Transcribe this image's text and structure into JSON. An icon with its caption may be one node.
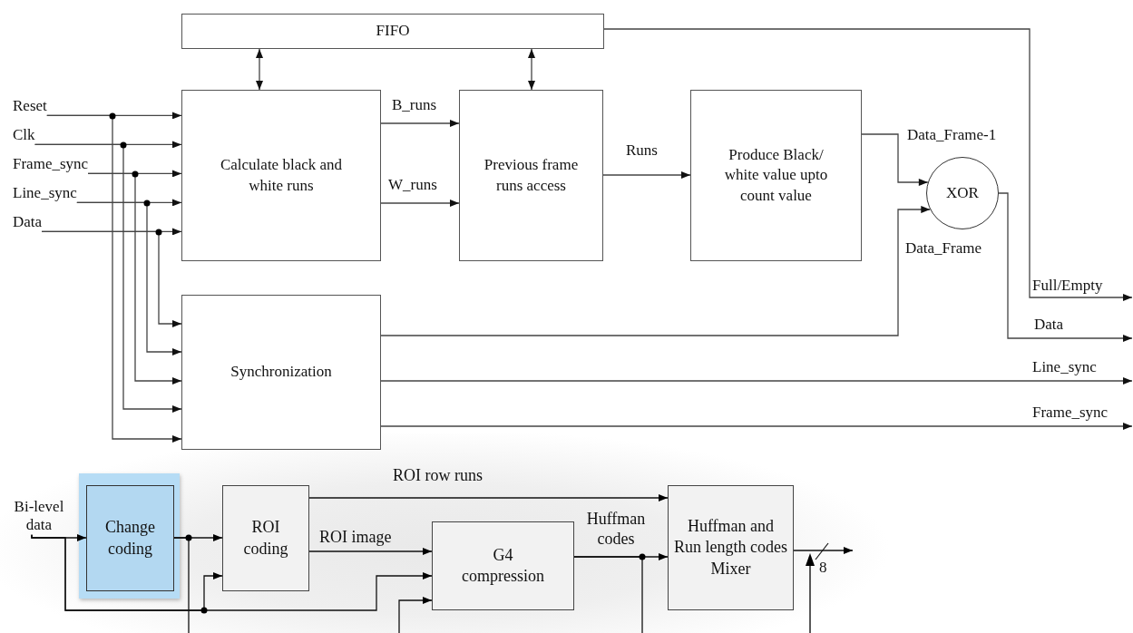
{
  "diagram": {
    "nodes": [
      {
        "text": [
          "FIFO"
        ]
      },
      {
        "text": [
          "Reset"
        ]
      },
      {
        "text": [
          "Clk"
        ]
      },
      {
        "text": [
          "Frame_sync"
        ]
      },
      {
        "text": [
          "Line_sync"
        ]
      },
      {
        "text": [
          "Data"
        ]
      },
      {
        "text": [
          "Calculate black and white runs"
        ]
      },
      {
        "text": [
          "Previous frame runs access"
        ]
      },
      {
        "text": [
          "Produce Black/ white value upto count value"
        ]
      },
      {
        "text": [
          "XOR"
        ]
      },
      {
        "text": [
          "Synchronization"
        ]
      },
      {
        "text": [
          "Bi-level data"
        ]
      },
      {
        "text": [
          "Change coding"
        ]
      },
      {
        "text": [
          "ROI coding"
        ]
      },
      {
        "text": [
          "G4 compression"
        ]
      },
      {
        "text": [
          "Huffman and Run length codes Mixer"
        ]
      }
    ],
    "edges": [
      {
        "from": 0,
        "to": 6,
        "arrow": "both"
      },
      {
        "from": 0,
        "to": 7,
        "arrow": "both"
      },
      {
        "from": 1,
        "to": 6,
        "arrow": "to"
      },
      {
        "from": 2,
        "to": 6,
        "arrow": "to"
      },
      {
        "from": 3,
        "to": 6,
        "arrow": "to"
      },
      {
        "from": 4,
        "to": 6,
        "arrow": "to"
      },
      {
        "from": 5,
        "to": 6,
        "arrow": "to"
      },
      {
        "from": 5,
        "to": 10,
        "arrow": "to"
      },
      {
        "from": 4,
        "to": 10,
        "arrow": "to"
      },
      {
        "from": 3,
        "to": 10,
        "arrow": "to"
      },
      {
        "from": 2,
        "to": 10,
        "arrow": "to"
      },
      {
        "from": 1,
        "to": 10,
        "arrow": "to"
      },
      {
        "from": 6,
        "to": 7,
        "arrow": "to",
        "label": "B_runs"
      },
      {
        "from": 6,
        "to": 7,
        "arrow": "to",
        "label": "W_runs"
      },
      {
        "from": 7,
        "to": 8,
        "arrow": "to",
        "label": "Runs"
      },
      {
        "from": 8,
        "to": 9,
        "arrow": "to",
        "label": "Data_Frame-1"
      },
      {
        "from": 10,
        "to": 9,
        "arrow": "to",
        "label": "Data_Frame"
      },
      {
        "from": 0,
        "to": null,
        "arrow": "to",
        "label": "Full/Empty"
      },
      {
        "from": 9,
        "to": null,
        "arrow": "to",
        "label": "Data"
      },
      {
        "from": 10,
        "to": null,
        "arrow": "to",
        "label": "Line_sync"
      },
      {
        "from": 10,
        "to": null,
        "arrow": "to",
        "label": "Frame_sync"
      },
      {
        "from": 11,
        "to": 12,
        "arrow": "to"
      },
      {
        "from": 11,
        "to": 13,
        "arrow": "to"
      },
      {
        "from": 11,
        "to": 14,
        "arrow": "to"
      },
      {
        "from": 12,
        "to": 13,
        "arrow": "to"
      },
      {
        "from": 12,
        "to": null,
        "arrow": "none"
      },
      {
        "from": 13,
        "to": 15,
        "arrow": "to",
        "label": "ROI row runs"
      },
      {
        "from": 13,
        "to": 14,
        "arrow": "to",
        "label": "ROI image"
      },
      {
        "from": null,
        "to": 14,
        "arrow": "to"
      },
      {
        "from": 14,
        "to": 15,
        "arrow": "to",
        "label": "Huffman codes"
      },
      {
        "from": 14,
        "to": null,
        "arrow": "none"
      },
      {
        "from": 15,
        "to": null,
        "arrow": "to"
      }
    ],
    "labels": [
      "8"
    ]
  }
}
